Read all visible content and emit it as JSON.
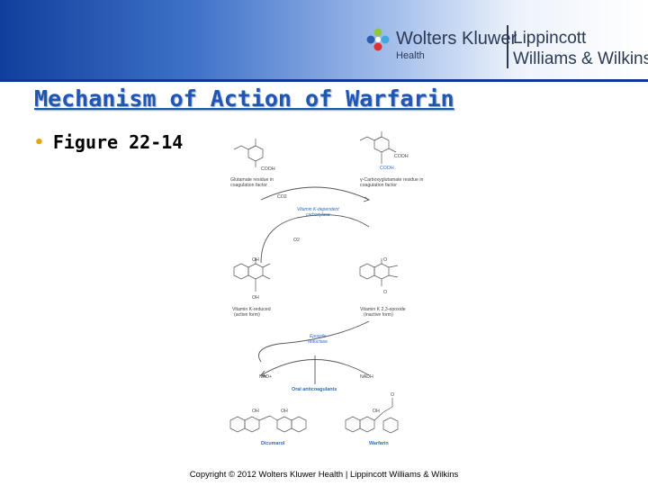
{
  "header": {
    "logo": {
      "company": "Wolters Kluwer",
      "division": "Health",
      "imprint_line1": "Lippincott",
      "imprint_line2": "Williams & Wilkins"
    }
  },
  "slide": {
    "title": "Mechanism of Action of Warfarin",
    "bullet": "Figure 22-14"
  },
  "figure": {
    "labels": {
      "glutamate": [
        "Glutamate residue in",
        "coagulation factor"
      ],
      "carboxyglutamate": [
        "γ-Carboxyglutamate residue in",
        "coagulation factor"
      ],
      "co2": "CO2",
      "o2": "O2",
      "carboxylase": [
        "Vitamin K-dependent",
        "carboxylase"
      ],
      "vk_reduced": [
        "Vitamin K-reduced",
        "(active form)"
      ],
      "vk_epoxide": [
        "Vitamin K 2,3-epoxide",
        "(inactive form)"
      ],
      "epoxide_reductase": [
        "Epoxide",
        "reductase"
      ],
      "nad": "NAD+",
      "nadh": "NADH",
      "oral_anticoagulants": "Oral anticoagulants",
      "dicumarol": "Dicumarol",
      "warfarin": "Warfarin",
      "cooh": "COOH",
      "oh": "OH",
      "o": "O"
    }
  },
  "footer": {
    "copyright": "Copyright © 2012 Wolters Kluwer Health | Lippincott Williams & Wilkins"
  }
}
